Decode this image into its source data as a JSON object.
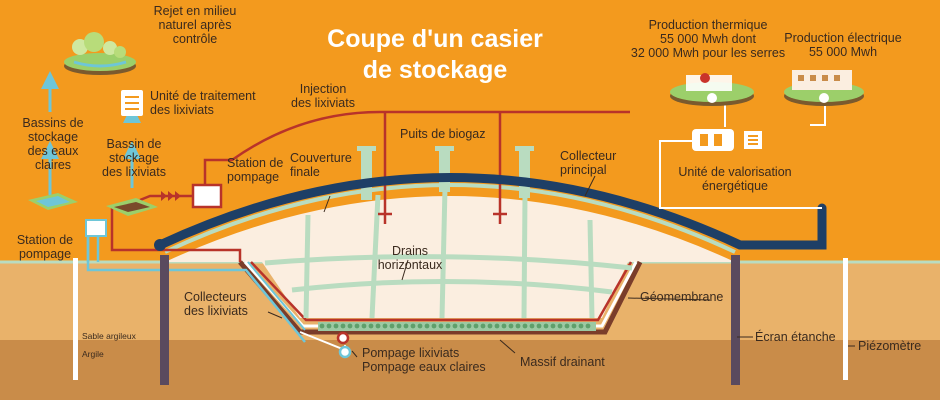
{
  "title": "Coupe d'un casier\nde stockage",
  "colors": {
    "background": "#f39a1e",
    "leachate_pipe": "#b8332a",
    "clean_water_pipe": "#6ec6d8",
    "main_collector": "#1e3f66",
    "drain": "#b9dcc0",
    "soil_upper": "#e9b26a",
    "soil_lower": "#c98c49"
  },
  "labels": {
    "rejet": "Rejet en milieu\nnaturel après\ncontrôle",
    "unite_traitement": "Unité de traitement\ndes lixiviats",
    "bassins_eaux_claires": "Bassins de\nstockage\ndes eaux\nclaires",
    "bassin_lixiviats": "Bassin de\nstockage\ndes lixiviats",
    "station_pompage_left": "Station de\npompage",
    "injection": "Injection\ndes lixiviats",
    "puits_biogaz": "Puits de biogaz",
    "station_pompage_mid": "Station de\npompage",
    "couverture": "Couverture\nfinale",
    "collecteur_principal": "Collecteur\nprincipal",
    "production_thermique": "Production thermique\n55 000 Mwh dont\n32 000 Mwh pour les serres",
    "production_electrique": "Production électrique\n55 000 Mwh",
    "unite_valorisation": "Unité de valorisation\nénergétique",
    "drains": "Drains\nhorizontaux",
    "collecteurs_lixiviats": "Collecteurs\ndes lixiviats",
    "geomembrane": "Géomembrane",
    "ecran_etanche": "Écran étanche",
    "piezometre": "Piézomètre",
    "massif_drainant": "Massif drainant",
    "pompage_lixiviats": "Pompage lixiviats",
    "pompage_eaux_claires": "Pompage eaux claires",
    "sable_argileux": "Sable argileux",
    "argile": "Argile"
  }
}
